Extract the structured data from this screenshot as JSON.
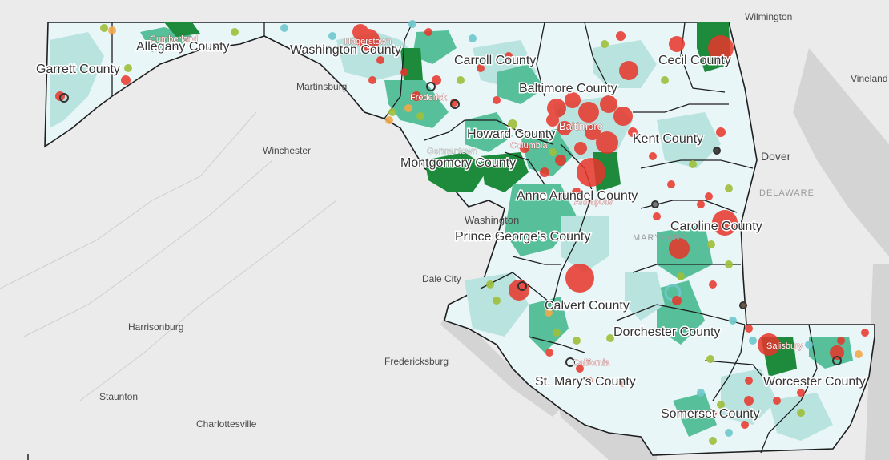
{
  "map": {
    "basemap_labels": [
      {
        "id": "wilmington",
        "text": "Wilmington"
      },
      {
        "id": "vineland",
        "text": "Vineland"
      },
      {
        "id": "martinsburg",
        "text": "Martinsburg"
      },
      {
        "id": "winchester",
        "text": "Winchester"
      },
      {
        "id": "dover",
        "text": "Dover"
      },
      {
        "id": "washington",
        "text": "Washington"
      },
      {
        "id": "dale-city",
        "text": "Dale City"
      },
      {
        "id": "harrisonburg",
        "text": "Harrisonburg"
      },
      {
        "id": "fredericksburg",
        "text": "Fredericksburg"
      },
      {
        "id": "staunton",
        "text": "Staunton"
      },
      {
        "id": "charlottesville",
        "text": "Charlottesville"
      }
    ],
    "state_labels": [
      {
        "id": "delaware",
        "text": "DELAWARE"
      },
      {
        "id": "maryland",
        "text": "MARYLAND"
      }
    ],
    "county_labels": [
      {
        "id": "garrett",
        "text": "Garrett County"
      },
      {
        "id": "allegany",
        "text": "Allegany County"
      },
      {
        "id": "washington",
        "text": "Washington County"
      },
      {
        "id": "carroll",
        "text": "Carroll County"
      },
      {
        "id": "cecil",
        "text": "Cecil County"
      },
      {
        "id": "baltimore",
        "text": "Baltimore County"
      },
      {
        "id": "howard",
        "text": "Howard County"
      },
      {
        "id": "kent",
        "text": "Kent County"
      },
      {
        "id": "montgomery",
        "text": "Montgomery County"
      },
      {
        "id": "anne-arundel",
        "text": "Anne Arundel County"
      },
      {
        "id": "caroline",
        "text": "Caroline County"
      },
      {
        "id": "prince-georges",
        "text": "Prince George's County"
      },
      {
        "id": "calvert",
        "text": "Calvert County"
      },
      {
        "id": "dorchester",
        "text": "Dorchester County"
      },
      {
        "id": "st-marys",
        "text": "St. Mary's County"
      },
      {
        "id": "worcester",
        "text": "Worcester County"
      },
      {
        "id": "somerset",
        "text": "Somerset County"
      }
    ],
    "city_labels": [
      {
        "id": "cumberland",
        "text": "Cumberland"
      },
      {
        "id": "hagerstown",
        "text": "Hagerstown"
      },
      {
        "id": "frederick",
        "text": "Frederick"
      },
      {
        "id": "baltimore-city",
        "text": "Baltimore"
      },
      {
        "id": "germantown",
        "text": "Germantown"
      },
      {
        "id": "columbia",
        "text": "Columbia"
      },
      {
        "id": "annapolis",
        "text": "Annapolis"
      },
      {
        "id": "salisbury",
        "text": "Salisbury"
      },
      {
        "id": "california",
        "text": "California"
      }
    ],
    "colors": {
      "background": "#ebebeb",
      "water": "#d4d4d4",
      "state_fill": "#e8f6f8",
      "tract_light": "#b9e3df",
      "tract_mid": "#57bf9a",
      "tract_dark": "#1d8a3c",
      "county_border": "#1e1e1e",
      "point_red": "#e8352a",
      "point_olive": "#9fbf3a",
      "point_teal": "#6fc8cc",
      "point_orange": "#f2a84a",
      "point_dark": "#444444"
    }
  }
}
